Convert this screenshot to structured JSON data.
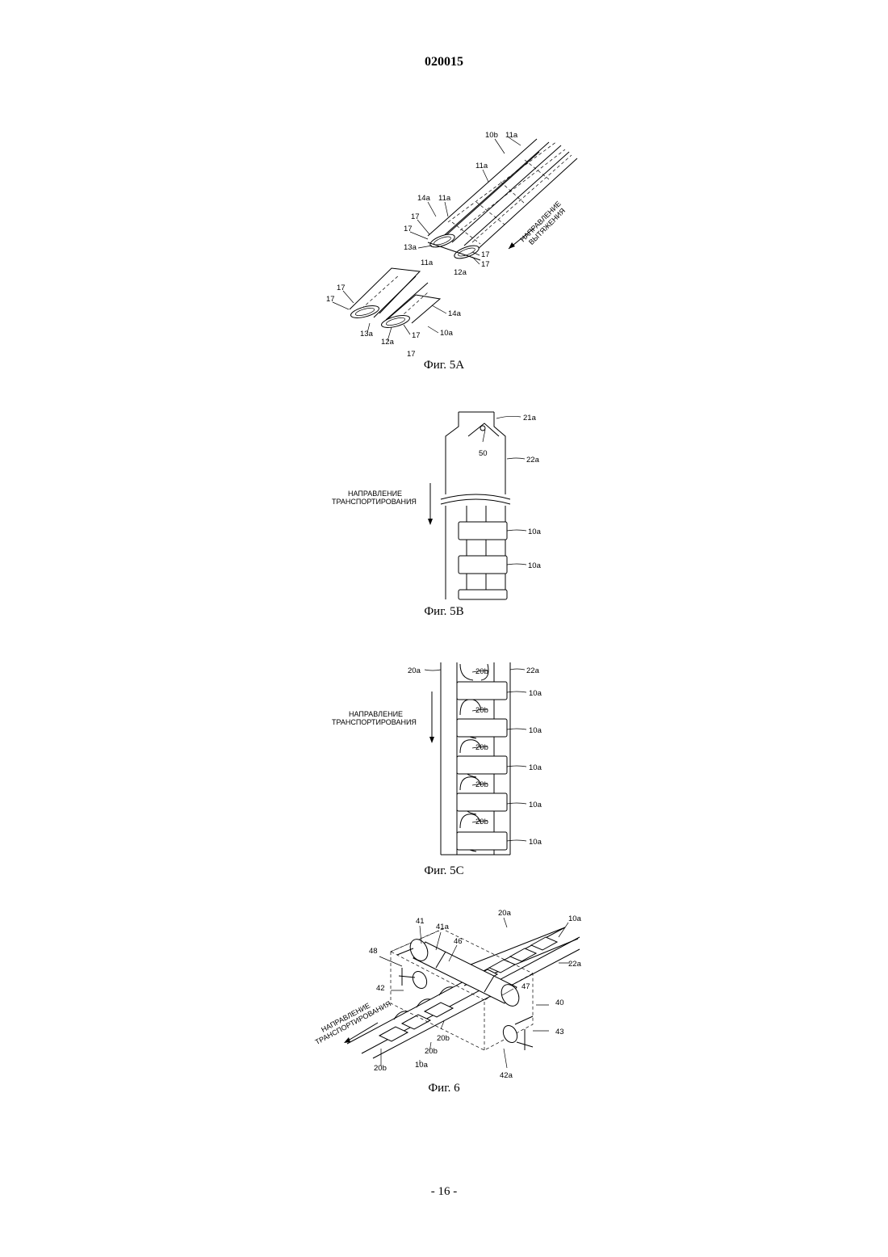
{
  "header": {
    "doc_number": "020015"
  },
  "footer": {
    "page_number": "- 16 -"
  },
  "fig5a": {
    "caption": "Фиг. 5А",
    "direction": [
      "НАПРАВЛЕНИЕ",
      "ВЫТЯЖЕНИЯ"
    ],
    "labels": [
      "10b",
      "11a",
      "11a",
      "14a",
      "11a",
      "17",
      "17",
      "13a",
      "17",
      "17",
      "12a",
      "11a",
      "17",
      "17",
      "14a",
      "13a",
      "12a",
      "17",
      "10a",
      "17"
    ]
  },
  "fig5b": {
    "caption": "Фиг. 5В",
    "direction": [
      "НАПРАВЛЕНИЕ",
      "ТРАНСПОРТИРОВАНИЯ"
    ],
    "labels": [
      "21a",
      "50",
      "22a",
      "10a",
      "10a"
    ]
  },
  "fig5c": {
    "caption": "Фиг. 5С",
    "direction": [
      "НАПРАВЛЕНИЕ",
      "ТРАНСПОРТИРОВАНИЯ"
    ],
    "labels": [
      "20a",
      "20b",
      "22a",
      "10a",
      "20b",
      "10a",
      "20b",
      "10a",
      "20b",
      "10a",
      "20b",
      "10a"
    ]
  },
  "fig6": {
    "caption": "Фиг. 6",
    "direction": [
      "НАПРАВЛЕНИЕ",
      "ТРАНСПОРТИРОВАНИЯ"
    ],
    "labels": [
      "41",
      "41a",
      "20a",
      "10a",
      "48",
      "46",
      "22a",
      "42",
      "47",
      "40",
      "43",
      "20b",
      "20b",
      "10a",
      "42a",
      "20b"
    ]
  }
}
